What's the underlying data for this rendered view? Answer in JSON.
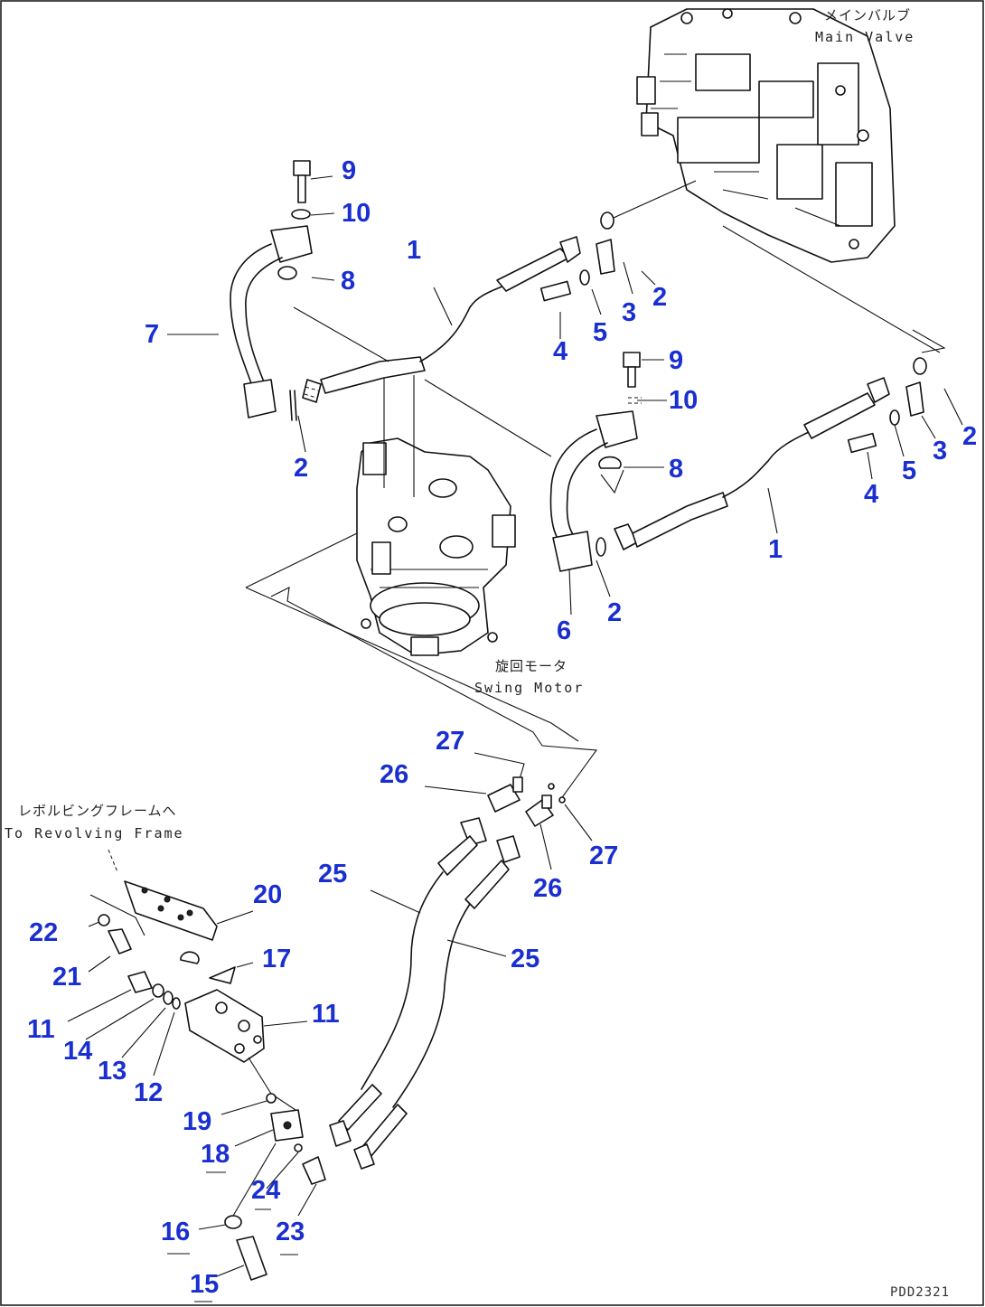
{
  "captions": {
    "main_valve_jp": "メインバルブ",
    "main_valve_en": "Main Valve",
    "swing_motor_jp": "旋回モータ",
    "swing_motor_en": "Swing Motor",
    "revolving_frame_jp": "レボルビングフレームへ",
    "revolving_frame_en": "To Revolving Frame"
  },
  "drawing_ref": "PDD2321",
  "callouts": {
    "c1a": "1",
    "c1b": "1",
    "c2a": "2",
    "c2b": "2",
    "c2c": "2",
    "c2d": "2",
    "c3a": "3",
    "c3b": "3",
    "c4a": "4",
    "c4b": "4",
    "c5a": "5",
    "c5b": "5",
    "c6": "6",
    "c7": "7",
    "c8a": "8",
    "c8b": "8",
    "c9a": "9",
    "c9b": "9",
    "c10a": "10",
    "c10b": "10",
    "c11a": "11",
    "c11b": "11",
    "c12": "12",
    "c13": "13",
    "c14": "14",
    "c15": "15",
    "c16": "16",
    "c17": "17",
    "c18": "18",
    "c19": "19",
    "c20": "20",
    "c21": "21",
    "c22": "22",
    "c23": "23",
    "c24": "24",
    "c25a": "25",
    "c25b": "25",
    "c26a": "26",
    "c26b": "26",
    "c27a": "27",
    "c27b": "27"
  }
}
